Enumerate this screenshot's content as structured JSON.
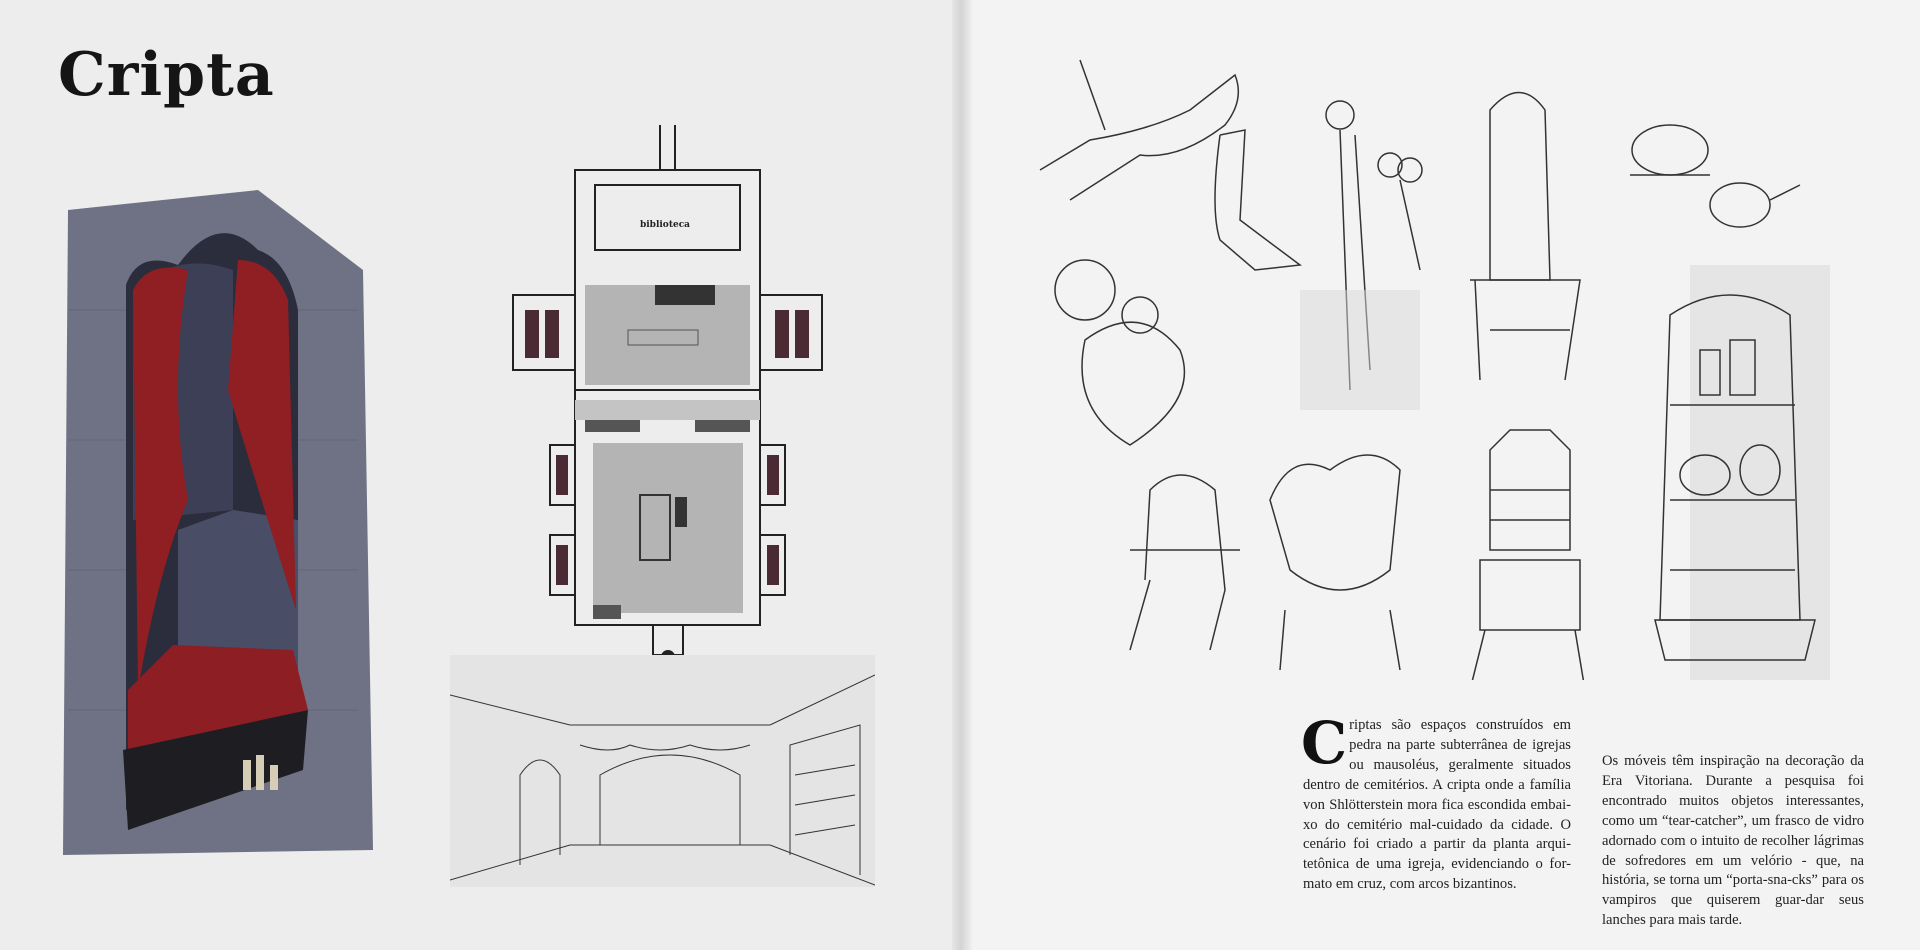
{
  "left_page": {
    "title": "Cripta",
    "floor_plan_label": "biblioteca"
  },
  "right_page": {
    "column1": {
      "drop_cap": "C",
      "text": "riptas são espaços construídos em pedra na parte subterrânea de igrejas ou mausoléus, geralmente situados dentro de cemitérios. A cripta onde a família von Shlötterstein mora fica escondida embai-xo do cemitério mal-cuidado da cidade. O cenário foi criado a partir da planta arqui-tetônica de uma igreja, evidenciando o for-mato em cruz, com arcos bizantinos."
    },
    "column2": {
      "text": "Os móveis têm inspiração na decoração da Era Vitoriana.  Durante a pesquisa foi encontrado muitos objetos interessantes, como um “tear-catcher”, um frasco de vidro adornado com o intuito de recolher lágrimas de sofredores em um velório - que, na história, se torna um “porta-sna-cks” para os vampiros que quiserem guar-dar seus lanches para mais tarde."
    }
  },
  "colors": {
    "curtain": "#8f1f22",
    "stone": "#6e7185",
    "plan_gray": "#b4b4b4",
    "ink": "#1a1a1a"
  }
}
